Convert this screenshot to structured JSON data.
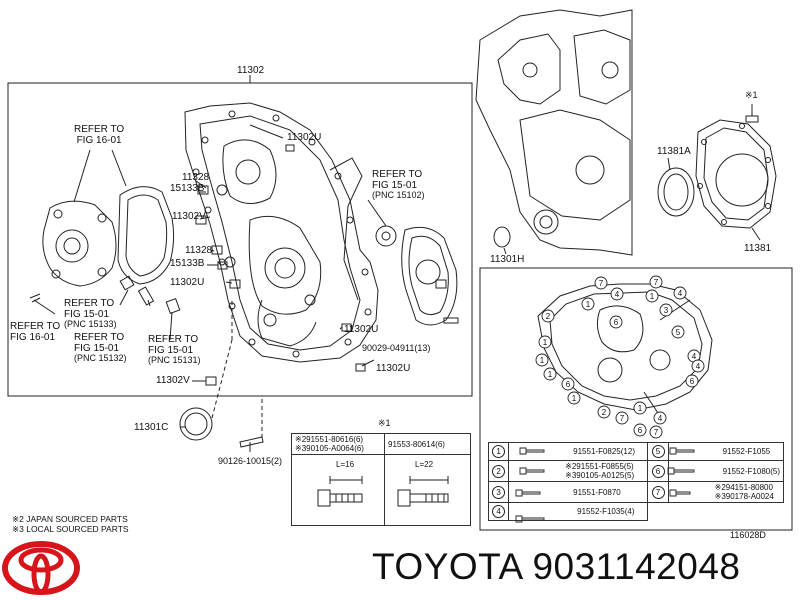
{
  "labels": {
    "main_part": "11302",
    "refer_16_01_a": [
      "REFER TO",
      "FIG 16-01"
    ],
    "refer_15_01_upper": [
      "REFER TO",
      "FIG 15-01",
      "(PNC 15102)"
    ],
    "p11302u_a": "11302U",
    "p11328_a": "11328",
    "p15133b_a": "15133B",
    "p11302v_a": "11302V",
    "p11328_b": "11328",
    "p15133b_b": "15133B",
    "p11302u_b": "11302U",
    "refer_15_01_pnc15133": [
      "REFER TO",
      "FIG 15-01",
      "(PNC 15133)"
    ],
    "refer_16_01_b": [
      "REFER TO",
      "FIG 16-01"
    ],
    "refer_15_01_pnc15132": [
      "REFER TO",
      "FIG 15-01",
      "(PNC 15132)"
    ],
    "refer_15_01_pnc15131": [
      "REFER TO",
      "FIG 15-01",
      "(PNC 15131)"
    ],
    "p11302u_c": "11302U",
    "p90029": "90029-04911(13)",
    "p11302v_b": "11302V",
    "p11302u_d": "11302U",
    "p11301c": "11301C",
    "p90126": "90126-10015(2)",
    "p11301h": "11301H",
    "p11381a": "11381A",
    "p11381": "11381",
    "star1_top": "※1",
    "star1_mid": "※1",
    "note_japan": "※2 JAPAN SOURCED PARTS",
    "note_local": "※3 LOCAL SOURCED PARTS",
    "fig_code": "116028D"
  },
  "bolt_table": {
    "row1_left": [
      "※291551-80616(6)",
      "※390105-A0064(6)"
    ],
    "row1_right": "91553-80614(6)",
    "len_left": "L=16",
    "len_right": "L=22"
  },
  "bolt_list": {
    "rows": [
      {
        "n": "1",
        "a": [
          "91551-F0825(12)"
        ],
        "m": "5",
        "b": [
          "91552-F1055"
        ]
      },
      {
        "n": "2",
        "a": [
          "※291551-F0855(5)",
          "※390105-A0125(5)"
        ],
        "m": "6",
        "b": [
          "91552-F1080(5)"
        ]
      },
      {
        "n": "3",
        "a": [
          "91551-F0870"
        ],
        "m": "7",
        "b": [
          "※294151-80800",
          "※390178-A0024"
        ]
      },
      {
        "n": "4",
        "a": [
          "91552-F1035(4)"
        ],
        "m": "",
        "b": [
          ""
        ]
      }
    ]
  },
  "callouts": [
    "7",
    "4",
    "7",
    "4",
    "1",
    "3",
    "1",
    "2",
    "6",
    "1",
    "5",
    "4",
    "4",
    "6",
    "1",
    "6",
    "1",
    "1",
    "1",
    "2",
    "7",
    "4",
    "7",
    "6"
  ],
  "brand": {
    "text": "TOYOTA 9031142048",
    "logo_color": "#d7141a"
  }
}
